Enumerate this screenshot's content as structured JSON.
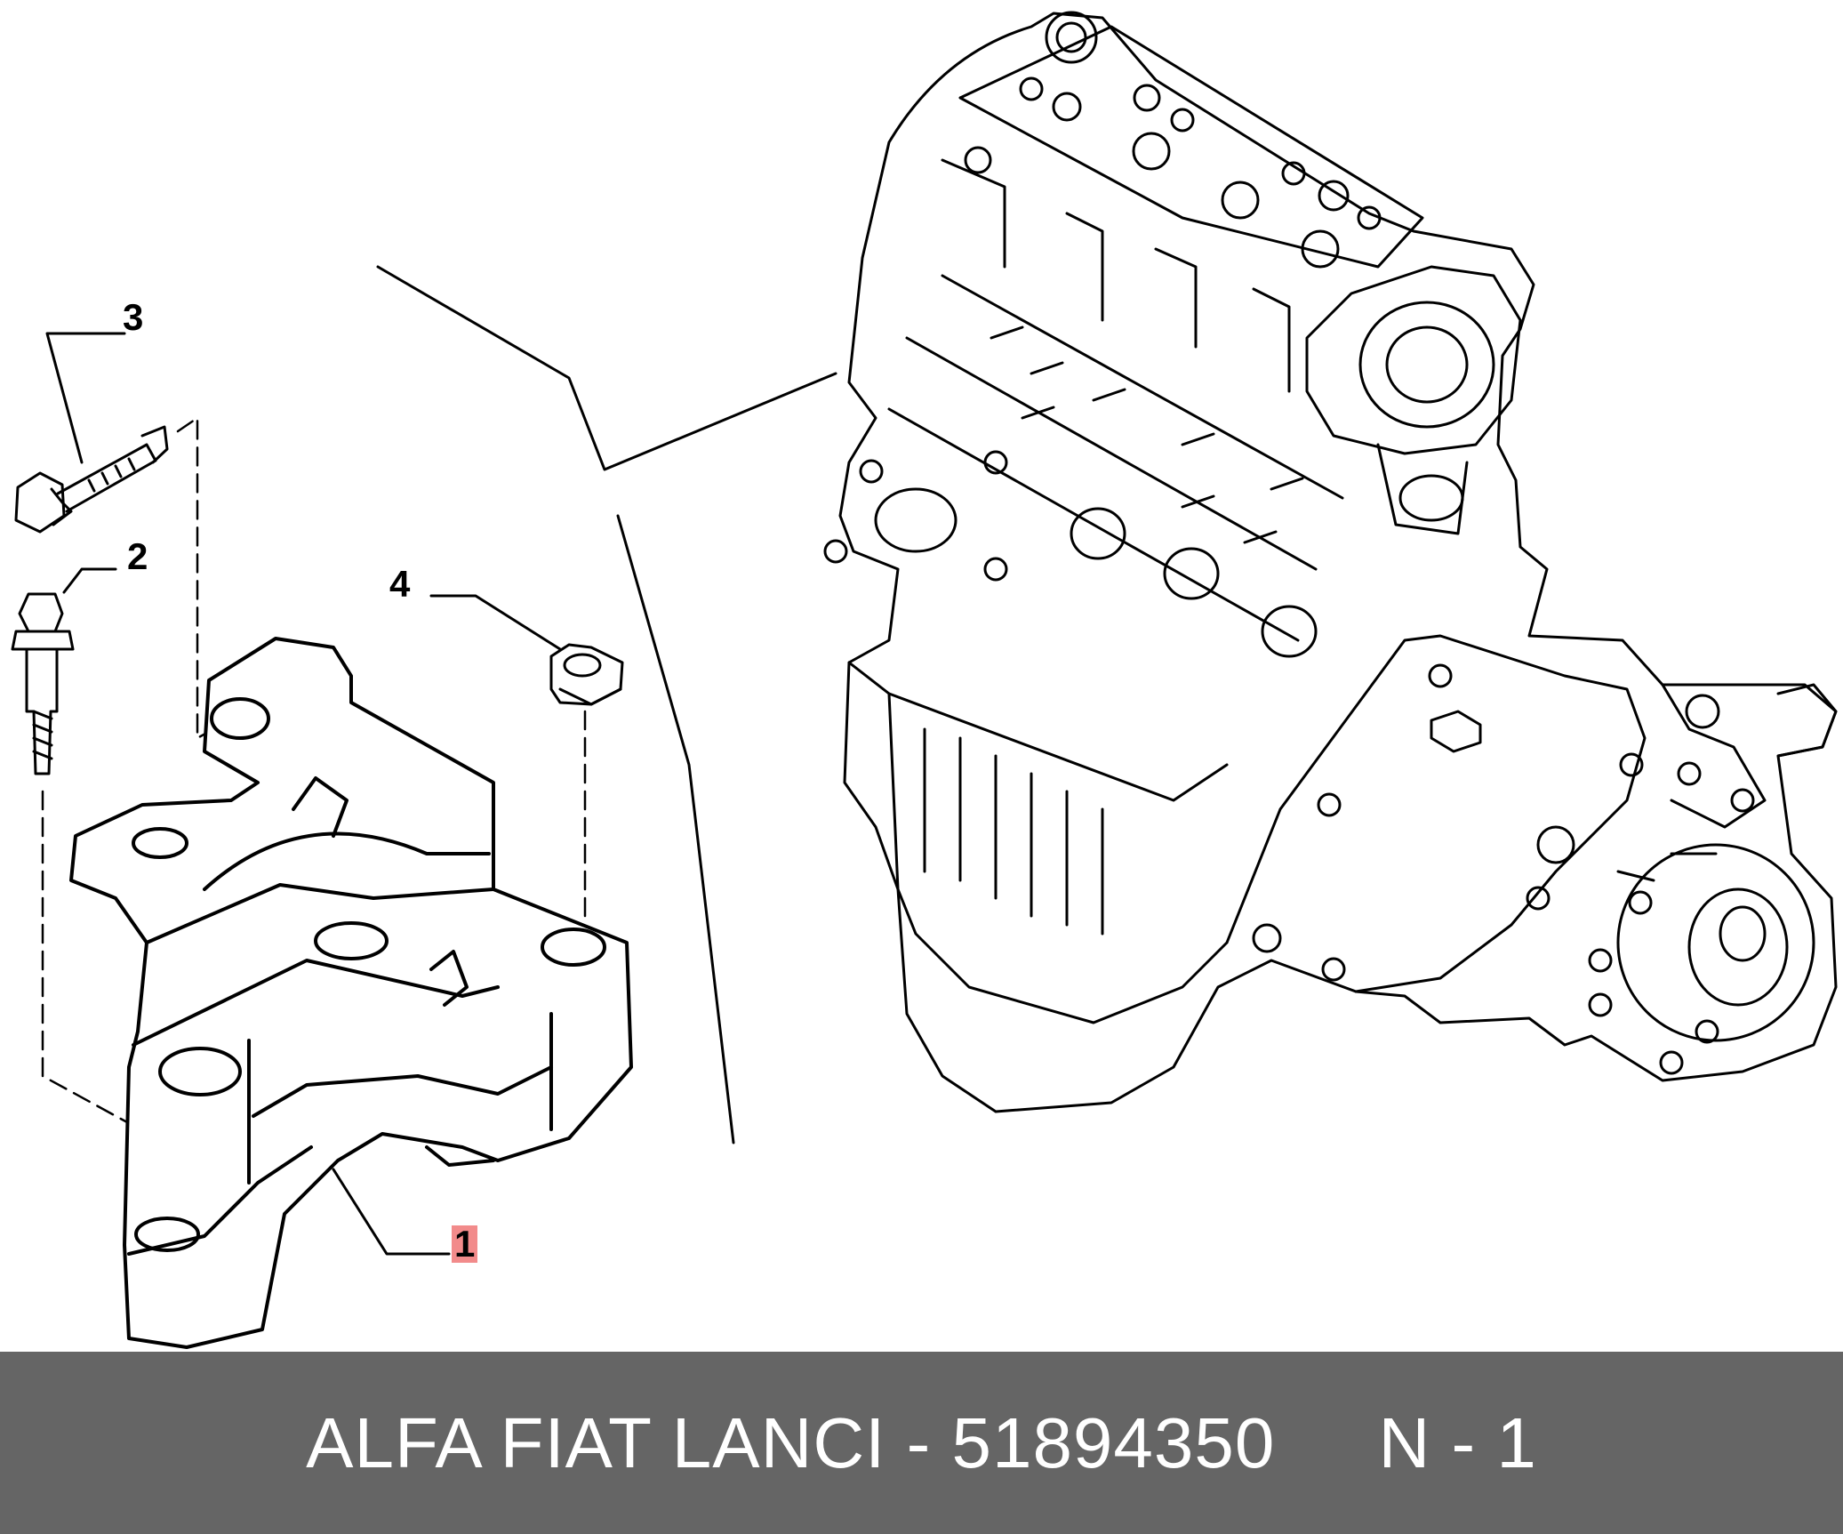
{
  "callouts": {
    "c1": "1",
    "c2": "2",
    "c3": "3",
    "c4": "4"
  },
  "highlight_color": "#f28b8b",
  "footer": {
    "text": "ALFA FIAT LANCI - 51894350     N - 1",
    "background": "#656565"
  }
}
